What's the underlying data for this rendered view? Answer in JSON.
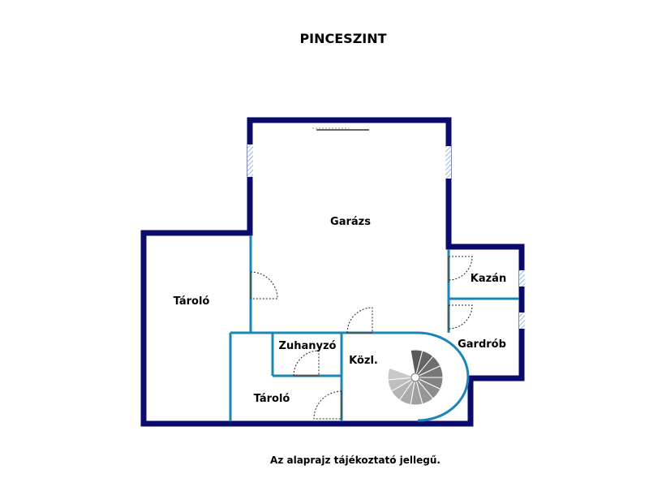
{
  "title": "PINCESZINT",
  "rooms": {
    "garage": "Garázs",
    "storage_left": "Tároló",
    "boiler": "Kazán",
    "shower": "Zuhanyzó",
    "corridor": "Közl.",
    "wardrobe": "Gardrób",
    "storage_small": "Tároló"
  },
  "footnote": "Az alaprajz tájékoztató jellegű.",
  "colors": {
    "exterior_wall": "#0b0b6e",
    "interior_wall": "#1a86b8",
    "window": "#a8cbe3",
    "stairs": "#888888"
  }
}
